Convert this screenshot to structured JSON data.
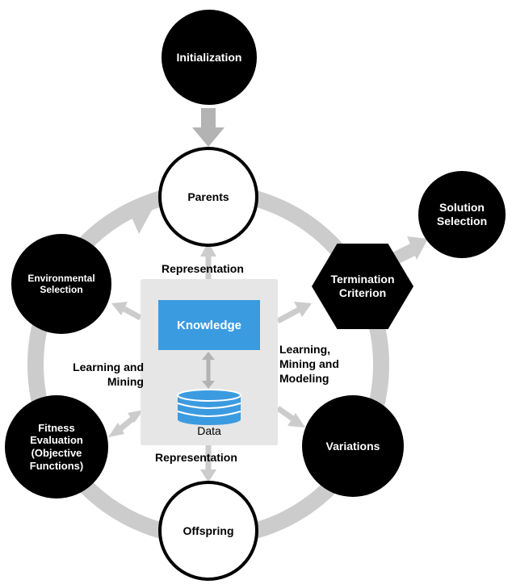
{
  "nodes": {
    "initialization": "Initialization",
    "parents": "Parents",
    "solution_selection": "Solution Selection",
    "termination_criterion": "Termination Criterion",
    "environmental_selection": "Environmental Selection",
    "variations": "Variations",
    "fitness_evaluation": "Fitness Evaluation (Objective Functions)",
    "offspring": "Offspring"
  },
  "center": {
    "knowledge": "Knowledge",
    "data": "Data"
  },
  "labels": {
    "representation_top": "Representation",
    "representation_bottom": "Representation",
    "learning_and_mining": "Learning and Mining",
    "learning_mining_modeling": "Learning, Mining and Modeling"
  },
  "colors": {
    "cycle_arrow": "#cccccc",
    "knowledge_box": "#3b9be0",
    "panel": "#e6e6e6",
    "node_dark": "#000000"
  }
}
